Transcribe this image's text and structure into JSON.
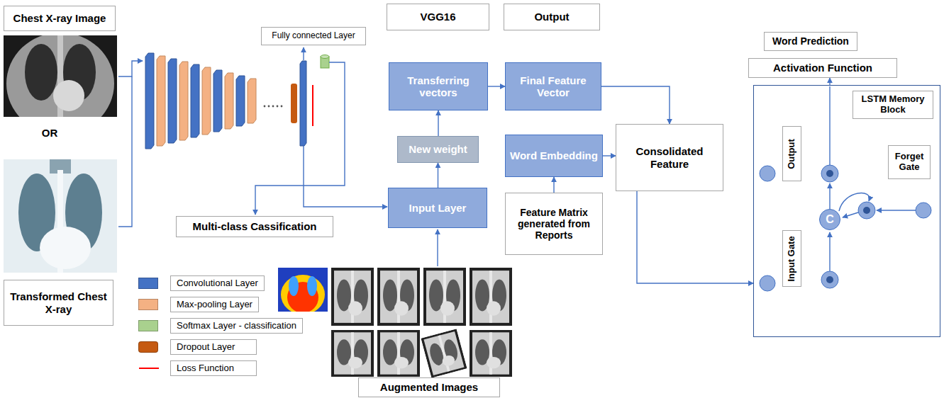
{
  "diagram": {
    "nodes": [
      {
        "text": [
          "Chest X-ray Image"
        ]
      },
      {
        "text": [
          "Fully connected Layer"
        ]
      },
      {
        "text": [
          "VGG16"
        ]
      },
      {
        "text": [
          "Output"
        ]
      },
      {
        "text": [
          "Word Prediction"
        ]
      },
      {
        "text": [
          "Transferring vectors"
        ]
      },
      {
        "text": [
          "Final Feature Vector"
        ]
      },
      {
        "text": [
          "Activation Function"
        ]
      },
      {
        "text": [
          "LSTM Memory Block"
        ]
      },
      {
        "text": [
          "Output"
        ],
        "in": 8
      },
      {
        "text": [
          "Forget Gate"
        ],
        "in": 8
      },
      {
        "text": [
          "C"
        ],
        "in": 8
      },
      {
        "text": [
          "Input Gate"
        ],
        "in": 8
      },
      {
        "text": [
          "New weight"
        ]
      },
      {
        "text": [
          "Word Embedding"
        ]
      },
      {
        "text": [
          "Consolidated Feature"
        ]
      },
      {
        "text": [
          "Input Layer"
        ]
      },
      {
        "text": [
          "Feature Matrix generated from Reports"
        ]
      },
      {
        "text": [
          "Multi-class Cassification"
        ]
      },
      {
        "text": [
          "Transformed Chest X-ray"
        ]
      },
      {
        "text": [
          "Augmented Images"
        ]
      }
    ],
    "edges": [
      {
        "from": 16,
        "to": 13,
        "arrow": "to"
      },
      {
        "from": 13,
        "to": 5,
        "arrow": "to"
      },
      {
        "from": 5,
        "to": 6,
        "arrow": "to"
      },
      {
        "from": 17,
        "to": 14,
        "arrow": "to"
      },
      {
        "from": 14,
        "to": 15,
        "arrow": "to"
      },
      {
        "from": 6,
        "to": 15,
        "arrow": "to"
      },
      {
        "from": 15,
        "to": 8,
        "arrow": "to"
      },
      {
        "from": 8,
        "to": 7,
        "arrow": "to"
      }
    ],
    "labels": [
      "OR"
    ],
    "legend": [
      {
        "text": "Convolutional Layer",
        "color": "#4472c4"
      },
      {
        "text": "Max-pooling Layer",
        "color": "#f4b183"
      },
      {
        "text": "Softmax Layer - classification",
        "color": "#a9d18e"
      },
      {
        "text": "Dropout Layer",
        "color": "#c55a11"
      },
      {
        "text": "Loss Function"
      }
    ]
  }
}
